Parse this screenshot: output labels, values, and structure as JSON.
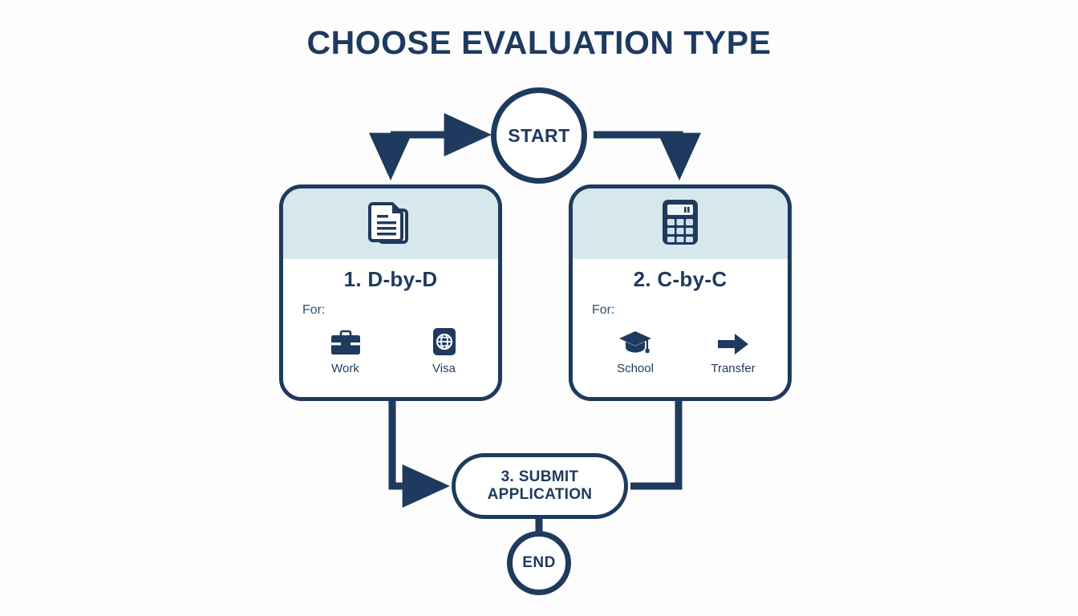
{
  "page": {
    "title": "CHOOSE EVALUATION TYPE",
    "background_color": "#fdfdfd",
    "accent_color": "#1e3a5f",
    "header_band_color": "#d7e8ed"
  },
  "flow": {
    "start_node": {
      "label": "START",
      "shape": "circle",
      "icon": "start-terminator-icon"
    },
    "end_node": {
      "label": "END",
      "shape": "circle",
      "icon": "end-terminator-icon"
    },
    "submit_node": {
      "line1": "3. SUBMIT",
      "line2": "APPLICATION",
      "shape": "stadium"
    },
    "cards": [
      {
        "title": "1. D-by-D",
        "for_label": "For:",
        "header_icon": "documents-icon",
        "options": [
          {
            "label": "Work",
            "icon": "briefcase-icon"
          },
          {
            "label": "Visa",
            "icon": "passport-globe-icon"
          }
        ]
      },
      {
        "title": "2. C-by-C",
        "for_label": "For:",
        "header_icon": "calculator-icon",
        "options": [
          {
            "label": "School",
            "icon": "graduation-cap-icon"
          },
          {
            "label": "Transfer",
            "icon": "right-arrow-icon"
          }
        ]
      }
    ]
  }
}
